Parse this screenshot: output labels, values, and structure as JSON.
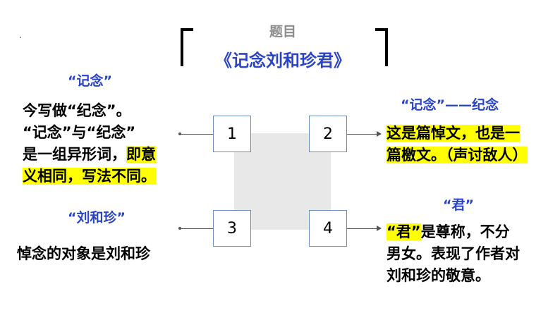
{
  "header": {
    "topic_label": "题目",
    "title": "《记念刘和珍君》"
  },
  "boxes": [
    "1",
    "2",
    "3",
    "4"
  ],
  "sections": {
    "jinian": {
      "heading": "“记念”",
      "line1": "今写做“纪念”。",
      "line2": "“记念”与“纪念”",
      "line3_plain": "是一组异形词，",
      "line3_highlight": "即意",
      "line4_highlight": "义相同，写法不同。"
    },
    "jinian_meaning": {
      "heading": "“记念”——纪念",
      "line1": "这是篇悼文，也是一",
      "line2": "篇檄文。（声讨敌人）"
    },
    "liuhezhen": {
      "heading": "“刘和珍”",
      "text": "悼念的对象是刘和珍"
    },
    "jun": {
      "heading": "“君”",
      "line1_highlight": "“君”",
      "line1_plain": "是尊称，不分",
      "line2": "男女。表现了作者对",
      "line3": "刘和珍的敬意。"
    }
  }
}
